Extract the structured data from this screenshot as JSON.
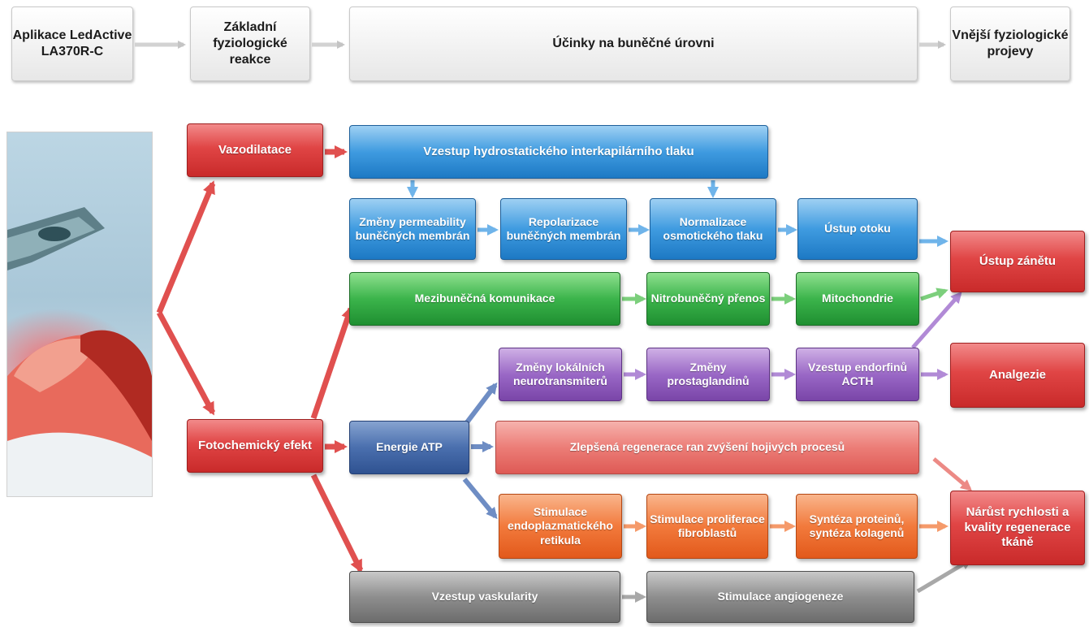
{
  "header": {
    "aplikace": "Aplikace LedActive LA370R-C",
    "zakladni": "Základní fyziologické reakce",
    "ucinky": "Účinky na buněčné úrovni",
    "vnejsi": "Vnější fyziologické projevy"
  },
  "nodes": {
    "vazodilatace": "Vazodilatace",
    "fotochemicky": "Fotochemický efekt",
    "hydrostaticky": "Vzestup hydrostatického interkapilárního tlaku",
    "permeabilita": "Změny permeability buněčných membrán",
    "repolarizace": "Repolarizace buněčných membrán",
    "osmoticky": "Normalizace osmotického tlaku",
    "otok": "Ústup otoku",
    "mezibunecna": "Mezibuněčná komunikace",
    "nitrobunecny": "Nitrobuněčný přenos",
    "mitochondrie": "Mitochondrie",
    "neurotransmitery": "Změny lokálních neurotransmiterů",
    "prostaglandiny": "Změny prostaglandinů",
    "endorfiny": "Vzestup endorfinů ACTH",
    "atp": "Energie ATP",
    "regenerace_ran": "Zlepšená regenerace ran zvýšení hojivých procesů",
    "endoplazmaticky": "Stimulace endoplazmatického retikula",
    "fibroblasty": "Stimulace proliferace fibroblastů",
    "proteiny": "Syntéza proteinů, syntéza kolagenů",
    "vaskularita": "Vzestup vaskularity",
    "angiogeneze": "Stimulace angiogeneze",
    "zanet": "Ústup zánětu",
    "analgezie": "Analgezie",
    "narust": "Nárůst rychlosti a kvality regenerace tkáně"
  },
  "colors": {
    "red": "#d83a3a",
    "blue": "#2e8bd6",
    "dark_blue": "#3c5f9f",
    "green": "#2fa63f",
    "purple": "#8a58b8",
    "orange": "#ec6a2b",
    "gray": "#7d7d7d",
    "header_gray": "#e8e8e8"
  }
}
